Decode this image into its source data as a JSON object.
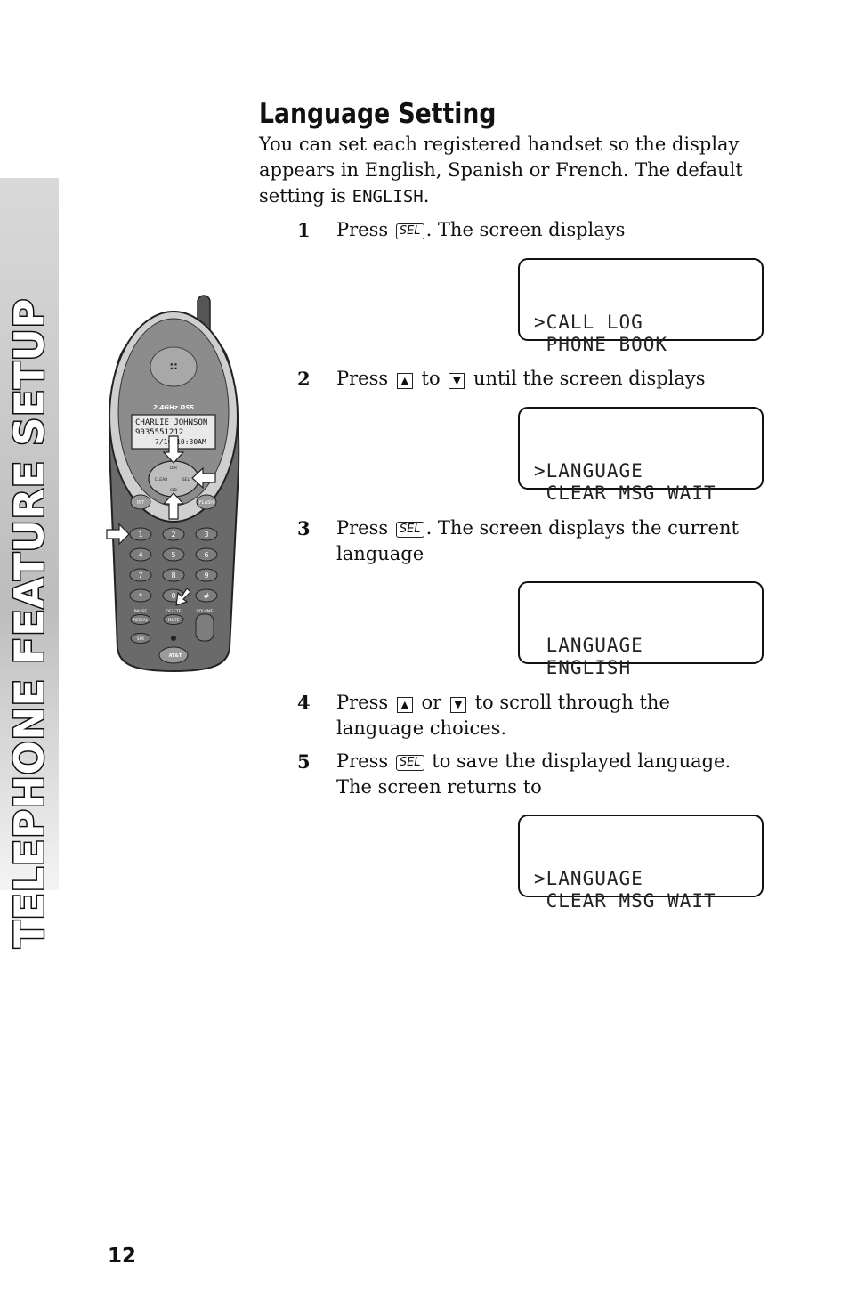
{
  "side_tab": "TELEPHONE FEATURE SETUP",
  "title": "Language Setting",
  "intro": {
    "line1": "You can set each registered handset so the display",
    "line2": "appears in English, Spanish or French.  The default",
    "line3_prefix": "setting is ",
    "line3_mono": "ENGLISH",
    "line3_suffix": "."
  },
  "keys": {
    "sel": "SEL",
    "up": "▲",
    "down": "▼"
  },
  "steps": [
    {
      "num": "1",
      "press": "Press",
      "after": ". The screen displays"
    },
    {
      "num": "2",
      "press": "Press",
      "mid": "to",
      "after": "until the screen displays"
    },
    {
      "num": "3",
      "press": "Press",
      "after": ". The screen displays the current",
      "line2": "language"
    },
    {
      "num": "4",
      "press": "Press",
      "mid": "or",
      "after": "to scroll through the",
      "line2": "language choices."
    },
    {
      "num": "5",
      "press": "Press",
      "after": "to save the displayed language.",
      "line2": "The screen returns to"
    }
  ],
  "screens": [
    {
      "line1": ">CALL LOG",
      "line2": " PHONE BOOK"
    },
    {
      "line1": ">LANGUAGE",
      "line2": " CLEAR MSG WAIT"
    },
    {
      "line1": " LANGUAGE",
      "line2": " ENGLISH"
    },
    {
      "line1": ">LANGUAGE",
      "line2": " CLEAR MSG WAIT"
    }
  ],
  "phone": {
    "band": "2.4GHz DSS",
    "display_line1": "CHARLIE JOHNSON",
    "display_line2": "9035551212",
    "display_line3": "7/10 10:30AM",
    "nav_top": "DIR",
    "nav_left": "CLEAR",
    "nav_right": "SEL",
    "nav_bottom": "CID",
    "left_soft": "INT",
    "right_soft": "FLASH",
    "keys": [
      "1",
      "2",
      "3",
      "4",
      "5",
      "6",
      "7",
      "8",
      "9",
      "*",
      "0",
      "#"
    ],
    "bottom_labels": [
      "PAUSE",
      "DELETE",
      "VOLUME"
    ],
    "redial": "REDIAL",
    "mute": "MUTE",
    "spk": "SPK",
    "brand": "AT&T"
  },
  "page_number": "12"
}
